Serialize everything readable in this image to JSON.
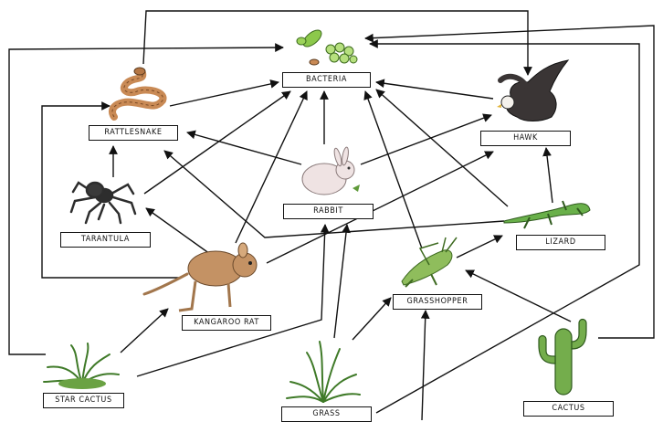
{
  "organisms": {
    "bacteria": "BACTERIA",
    "rattlesnake": "RATTLESNAKE",
    "hawk": "HAWK",
    "rabbit": "RABBIT",
    "tarantula": "TARANTULA",
    "lizard": "LIZARD",
    "kangaroo_rat": "KANGAROO RAT",
    "grasshopper": "GRASSHOPPER",
    "star_cactus": "STAR CACTUS",
    "grass": "GRASS",
    "cactus": "CACTUS"
  },
  "links": [
    {
      "from": "RATTLESNAKE",
      "to": "BACTERIA"
    },
    {
      "from": "RATTLESNAKE",
      "to": "HAWK"
    },
    {
      "from": "HAWK",
      "to": "BACTERIA"
    },
    {
      "from": "RABBIT",
      "to": "BACTERIA"
    },
    {
      "from": "RABBIT",
      "to": "RATTLESNAKE"
    },
    {
      "from": "RABBIT",
      "to": "HAWK"
    },
    {
      "from": "TARANTULA",
      "to": "RATTLESNAKE"
    },
    {
      "from": "TARANTULA",
      "to": "BACTERIA"
    },
    {
      "from": "KANGAROO RAT",
      "to": "BACTERIA"
    },
    {
      "from": "KANGAROO RAT",
      "to": "TARANTULA"
    },
    {
      "from": "KANGAROO RAT",
      "to": "RATTLESNAKE"
    },
    {
      "from": "KANGAROO RAT",
      "to": "HAWK"
    },
    {
      "from": "LIZARD",
      "to": "HAWK"
    },
    {
      "from": "LIZARD",
      "to": "BACTERIA"
    },
    {
      "from": "LIZARD",
      "to": "RATTLESNAKE"
    },
    {
      "from": "GRASSHOPPER",
      "to": "BACTERIA"
    },
    {
      "from": "GRASSHOPPER",
      "to": "LIZARD"
    },
    {
      "from": "STAR CACTUS",
      "to": "KANGAROO RAT"
    },
    {
      "from": "STAR CACTUS",
      "to": "RABBIT"
    },
    {
      "from": "STAR CACTUS",
      "to": "BACTERIA"
    },
    {
      "from": "GRASS",
      "to": "RABBIT"
    },
    {
      "from": "GRASS",
      "to": "GRASSHOPPER"
    },
    {
      "from": "GRASS",
      "to": "BACTERIA"
    },
    {
      "from": "CACTUS",
      "to": "GRASSHOPPER"
    },
    {
      "from": "CACTUS",
      "to": "BACTERIA"
    }
  ],
  "colors": {
    "arrow": "#111111",
    "plant_green": "#5f9a3a",
    "bacteria_green": "#8cc84b",
    "rabbit": "#efe3e3",
    "hawk": "#3a3535",
    "tarantula": "#2d2d2d",
    "rattlesnake": "#c98a55",
    "kangaroo_rat": "#c49264",
    "lizard": "#69b04a",
    "grasshopper": "#8fbd5c"
  }
}
